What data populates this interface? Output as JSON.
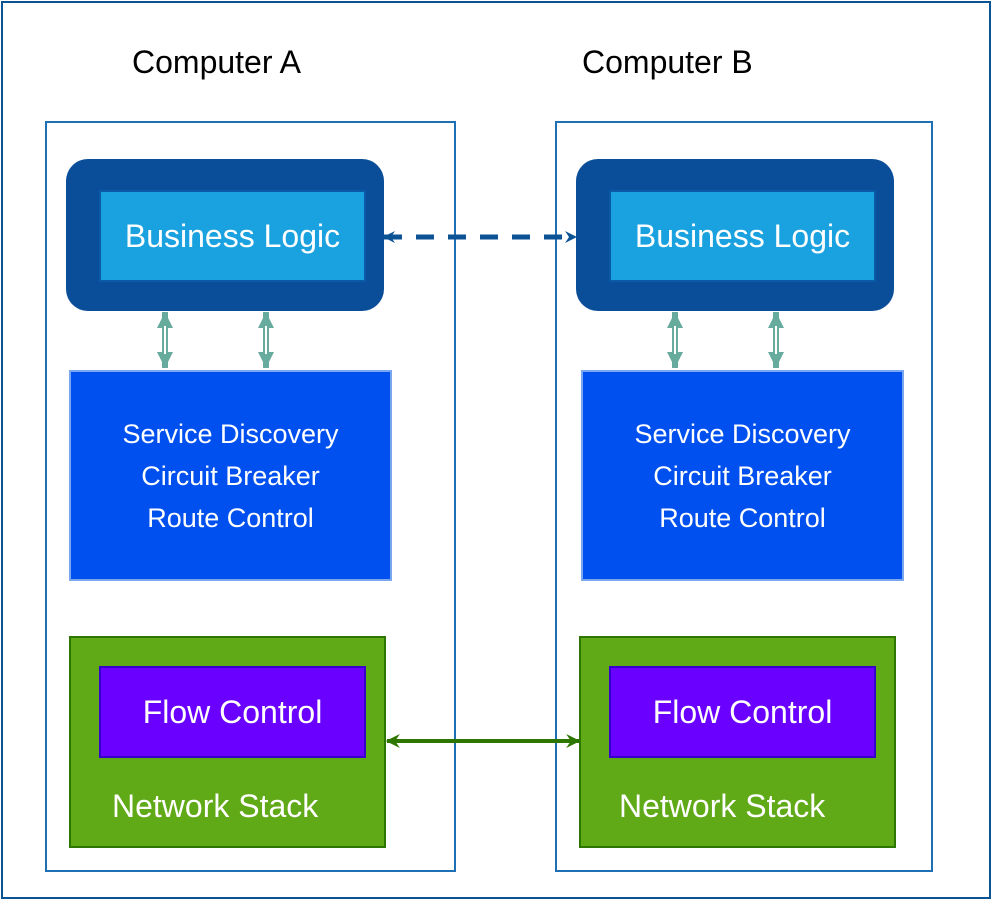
{
  "computers": [
    {
      "title": "Computer A",
      "business_logic": "Business Logic",
      "services": [
        "Service Discovery",
        "Circuit Breaker",
        "Route Control"
      ],
      "flow_control": "Flow Control",
      "network_stack": "Network Stack"
    },
    {
      "title": "Computer B",
      "business_logic": "Business Logic",
      "services": [
        "Service Discovery",
        "Circuit Breaker",
        "Route Control"
      ],
      "flow_control": "Flow Control",
      "network_stack": "Network Stack"
    }
  ],
  "colors": {
    "frame": "#0b5394",
    "business_logic_outer": "#0a4d99",
    "business_logic_inner": "#1aa1e0",
    "services": "#0050ef",
    "network_stack": "#60a917",
    "flow_control": "#6a00ff",
    "vertical_arrows": "#67ab9f",
    "logic_link": "#0b5394",
    "network_link": "#2d7600"
  }
}
